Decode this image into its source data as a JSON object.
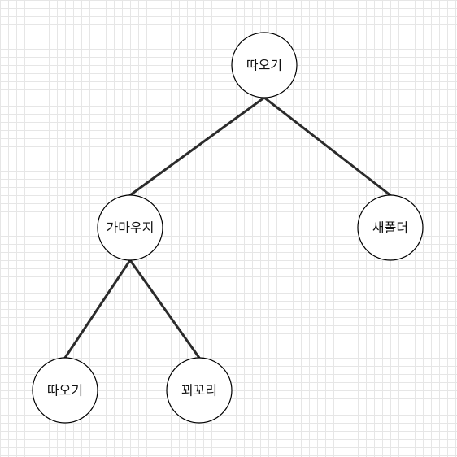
{
  "tree": {
    "nodes": [
      {
        "id": "root",
        "label": "따오기"
      },
      {
        "id": "left",
        "label": "가마우지"
      },
      {
        "id": "right",
        "label": "새폴더"
      },
      {
        "id": "left-left",
        "label": "따오기"
      },
      {
        "id": "left-right",
        "label": "꾀꼬리"
      }
    ],
    "edges": [
      {
        "from": "root",
        "to": "left"
      },
      {
        "from": "root",
        "to": "right"
      },
      {
        "from": "left",
        "to": "left-left"
      },
      {
        "from": "left",
        "to": "left-right"
      }
    ]
  }
}
